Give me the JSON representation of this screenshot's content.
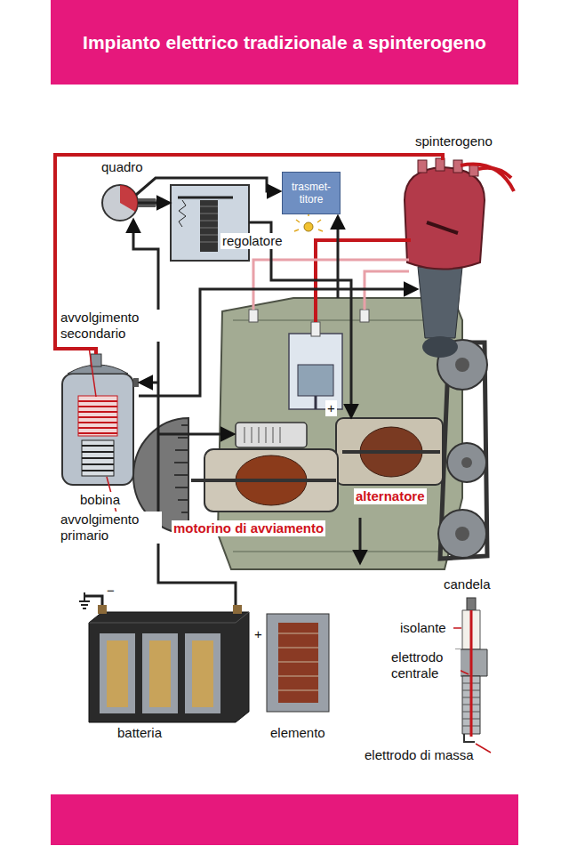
{
  "diagram": {
    "title": "Impianto elettrico tradizionale a spinterogeno",
    "nodes": [
      {
        "text": [
          "trasmet- titore"
        ]
      }
    ],
    "labels": [
      "spinterogeno",
      "quadro",
      "regolatore",
      "avvolgimento secondario",
      "+",
      "alternatore",
      "bobina",
      "motorino di avviamento",
      "avvolgimento primario",
      "candela",
      "−",
      "isolante",
      "+",
      "elettrodo centrale",
      "batteria",
      "elemento",
      "elettrodo di massa"
    ]
  }
}
